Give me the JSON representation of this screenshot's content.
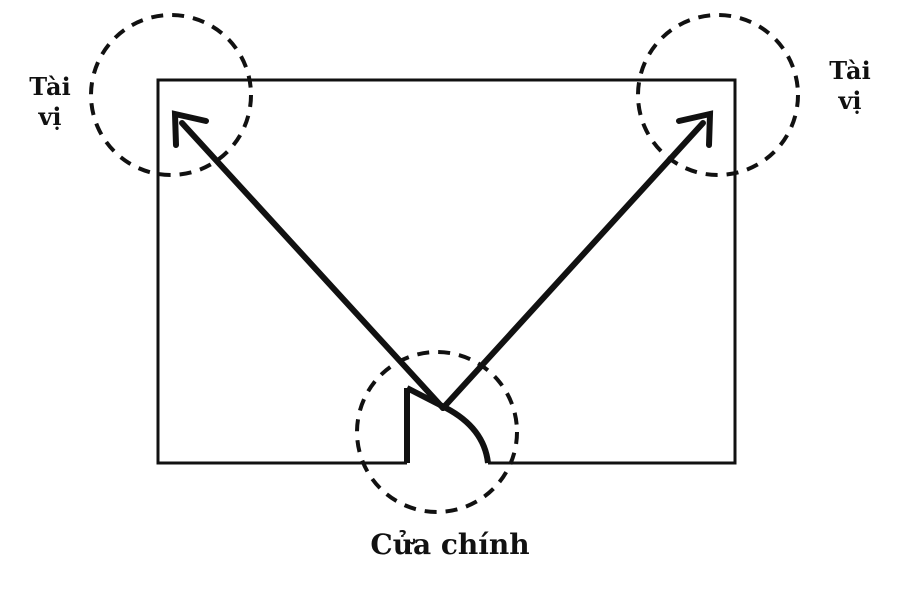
{
  "labels": {
    "altar_left": {
      "line1": "Tài",
      "line2": "vị"
    },
    "altar_right": {
      "line1": "Tài",
      "line2": "vị"
    },
    "main_door": "Cửa chính"
  },
  "colors": {
    "stroke": "#111111",
    "background": "#ffffff"
  }
}
